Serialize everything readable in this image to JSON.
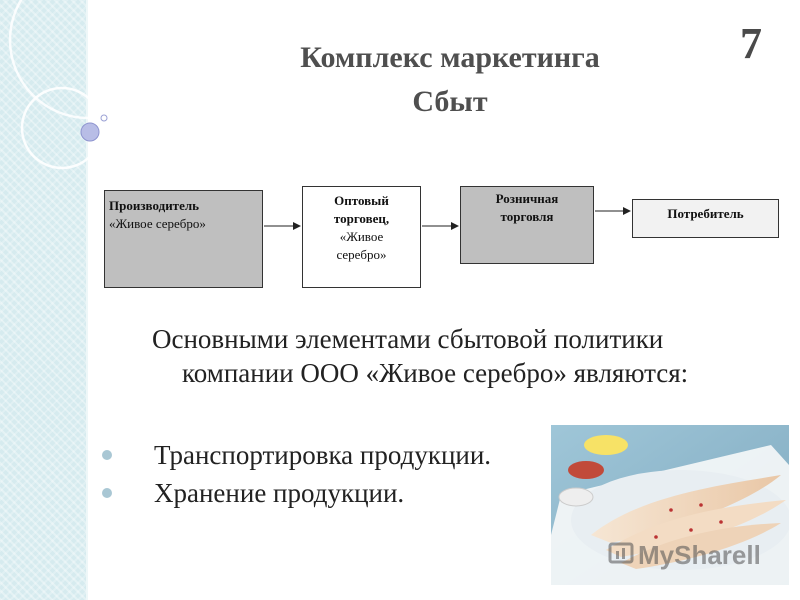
{
  "slide_number": "7",
  "title": {
    "line1": "Комплекс маркетинга",
    "line2": "Сбыт"
  },
  "flow": {
    "producer": {
      "bold": "Производитель",
      "normal": "«Живое серебро»"
    },
    "wholesaler": {
      "bold1": "Оптовый",
      "bold2": "торговец,",
      "normal1": "«Живое",
      "normal2": "серебро»"
    },
    "retail": {
      "bold1": "Розничная",
      "bold2": "торговля"
    },
    "consumer": {
      "bold": "Потребитель"
    }
  },
  "lead": {
    "line1": "Основными элементами сбытовой политики",
    "line2": "компании ООО «Живое серебро» являются:"
  },
  "bullets": [
    "Транспортировка продукции.",
    "Хранение продукции."
  ],
  "image": {
    "subject": "fish-fillet-photo"
  },
  "watermark": "MySharell",
  "colors": {
    "side_strip": "#d6ebef",
    "title": "#4f4f4f",
    "box_gray": "#bfbfbf",
    "bullet": "#a9c7d4"
  }
}
